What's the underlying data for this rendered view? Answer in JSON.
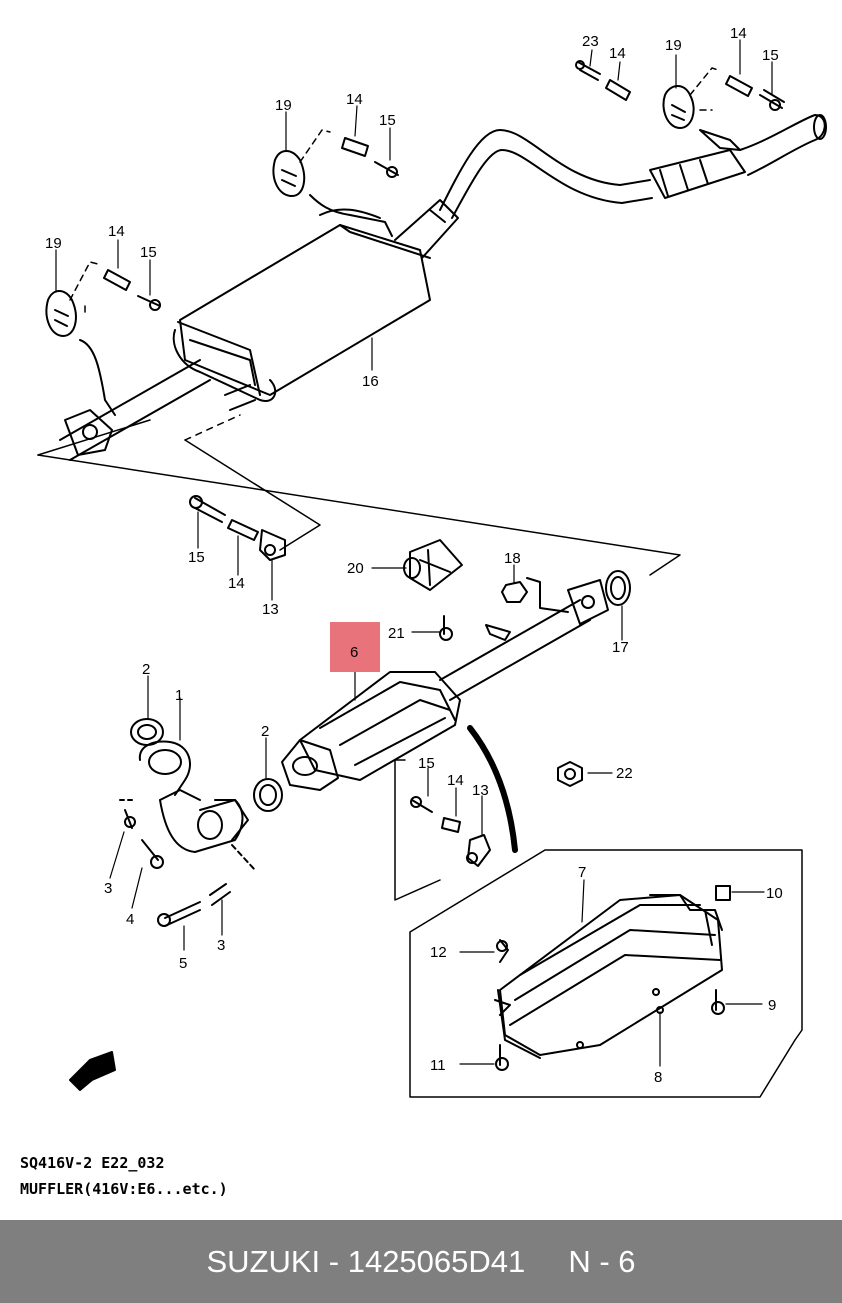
{
  "caption": {
    "line1": "SQ416V-2 E22_032",
    "line2": "MUFFLER(416V:E6...etc.)"
  },
  "footer": {
    "brand": "SUZUKI",
    "part_number": "1425065D41",
    "ref": "N - 6",
    "text": "SUZUKI - 1425065D41     N - 6"
  },
  "highlight": {
    "label": "6",
    "color": "#e8737b"
  },
  "colors": {
    "footer_bg": "#7f7f7f",
    "footer_text": "#ffffff",
    "line": "#000000"
  },
  "labels": [
    {
      "id": "l23a",
      "text": "23"
    },
    {
      "id": "l14a",
      "text": "14"
    },
    {
      "id": "l19a",
      "text": "19"
    },
    {
      "id": "l14b",
      "text": "14"
    },
    {
      "id": "l15a",
      "text": "15"
    },
    {
      "id": "l19b",
      "text": "19"
    },
    {
      "id": "l14c",
      "text": "14"
    },
    {
      "id": "l15b",
      "text": "15"
    },
    {
      "id": "l19c",
      "text": "19"
    },
    {
      "id": "l14d",
      "text": "14"
    },
    {
      "id": "l15c",
      "text": "15"
    },
    {
      "id": "l16",
      "text": "16"
    },
    {
      "id": "l15d",
      "text": "15"
    },
    {
      "id": "l14e",
      "text": "14"
    },
    {
      "id": "l13a",
      "text": "13"
    },
    {
      "id": "l20",
      "text": "20"
    },
    {
      "id": "l18",
      "text": "18"
    },
    {
      "id": "l21",
      "text": "21"
    },
    {
      "id": "l17",
      "text": "17"
    },
    {
      "id": "l2a",
      "text": "2"
    },
    {
      "id": "l1",
      "text": "1"
    },
    {
      "id": "l2b",
      "text": "2"
    },
    {
      "id": "l15e",
      "text": "15"
    },
    {
      "id": "l14f",
      "text": "14"
    },
    {
      "id": "l13b",
      "text": "13"
    },
    {
      "id": "l22",
      "text": "22"
    },
    {
      "id": "l3a",
      "text": "3"
    },
    {
      "id": "l4",
      "text": "4"
    },
    {
      "id": "l5",
      "text": "5"
    },
    {
      "id": "l3b",
      "text": "3"
    },
    {
      "id": "l7",
      "text": "7"
    },
    {
      "id": "l10",
      "text": "10"
    },
    {
      "id": "l12",
      "text": "12"
    },
    {
      "id": "l9",
      "text": "9"
    },
    {
      "id": "l11",
      "text": "11"
    },
    {
      "id": "l8",
      "text": "8"
    }
  ]
}
